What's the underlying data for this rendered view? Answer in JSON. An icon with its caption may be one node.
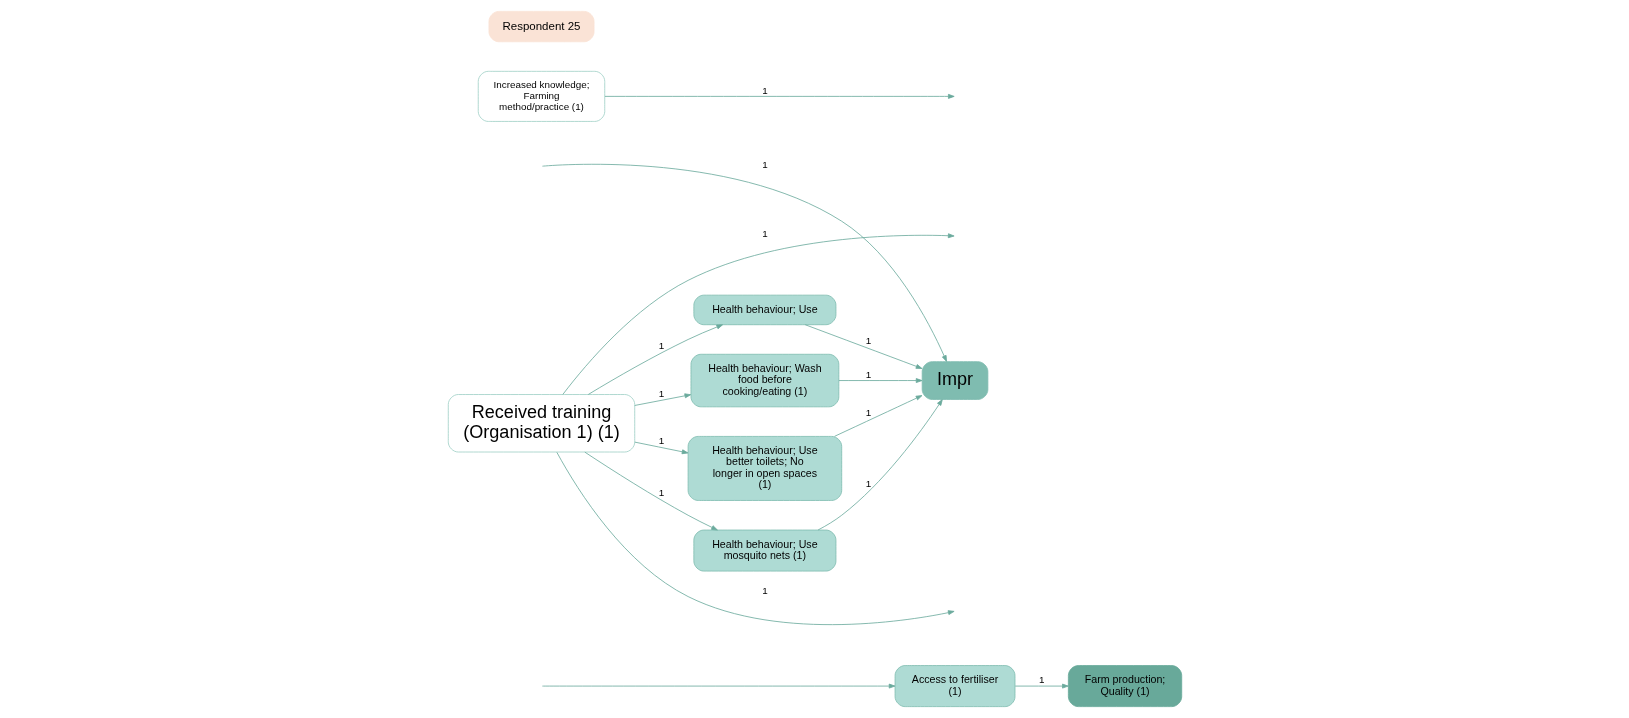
{
  "diagram": {
    "nodes": [
      {
        "text": [
          "Access to fertiliser (1)"
        ]
      },
      {
        "text": [
          "Farm production; Quality (1)"
        ]
      },
      {
        "text": [
          "Received training (Organisation 1) (1)"
        ]
      },
      {
        "text": [
          "Health behaviour; Wash food before cooking/eating (1)"
        ]
      },
      {
        "text": [
          "Health behaviour; Use better toilets; No longer in open spaces (1)"
        ]
      },
      {
        "text": [
          "Health behaviour; Use mosquito nets (1)"
        ]
      },
      {
        "text": [
          "Increased knowledge; Farming method/practice (1)"
        ]
      },
      {
        "text": [
          "Health behaviour; Use"
        ]
      },
      {
        "text": [
          "Impr"
        ]
      },
      {
        "text": [
          "Respondent 25"
        ]
      }
    ],
    "edges": [
      {
        "from": null,
        "to": 0,
        "arrow": "to"
      },
      {
        "from": 0,
        "to": 1,
        "arrow": "to",
        "label": "1"
      },
      {
        "from": 2,
        "to": null,
        "arrow": "to",
        "label": "1"
      },
      {
        "from": 2,
        "to": 3,
        "arrow": "to",
        "label": "1"
      },
      {
        "from": 2,
        "to": 4,
        "arrow": "to",
        "label": "1"
      },
      {
        "from": 2,
        "to": 5,
        "arrow": "to",
        "label": "1"
      },
      {
        "from": 2,
        "to": 7,
        "arrow": "to",
        "label": "1"
      },
      {
        "from": 2,
        "to": null,
        "arrow": "to",
        "label": "1"
      },
      {
        "from": 6,
        "to": null,
        "arrow": "to",
        "label": "1"
      },
      {
        "from": null,
        "to": 8,
        "arrow": "to",
        "label": "1"
      },
      {
        "from": 3,
        "to": 8,
        "arrow": "to",
        "label": "1"
      },
      {
        "from": 4,
        "to": 8,
        "arrow": "to",
        "label": "1"
      },
      {
        "from": 5,
        "to": 8,
        "arrow": "to",
        "label": "1"
      },
      {
        "from": 7,
        "to": 8,
        "arrow": "to",
        "label": "1"
      }
    ]
  }
}
